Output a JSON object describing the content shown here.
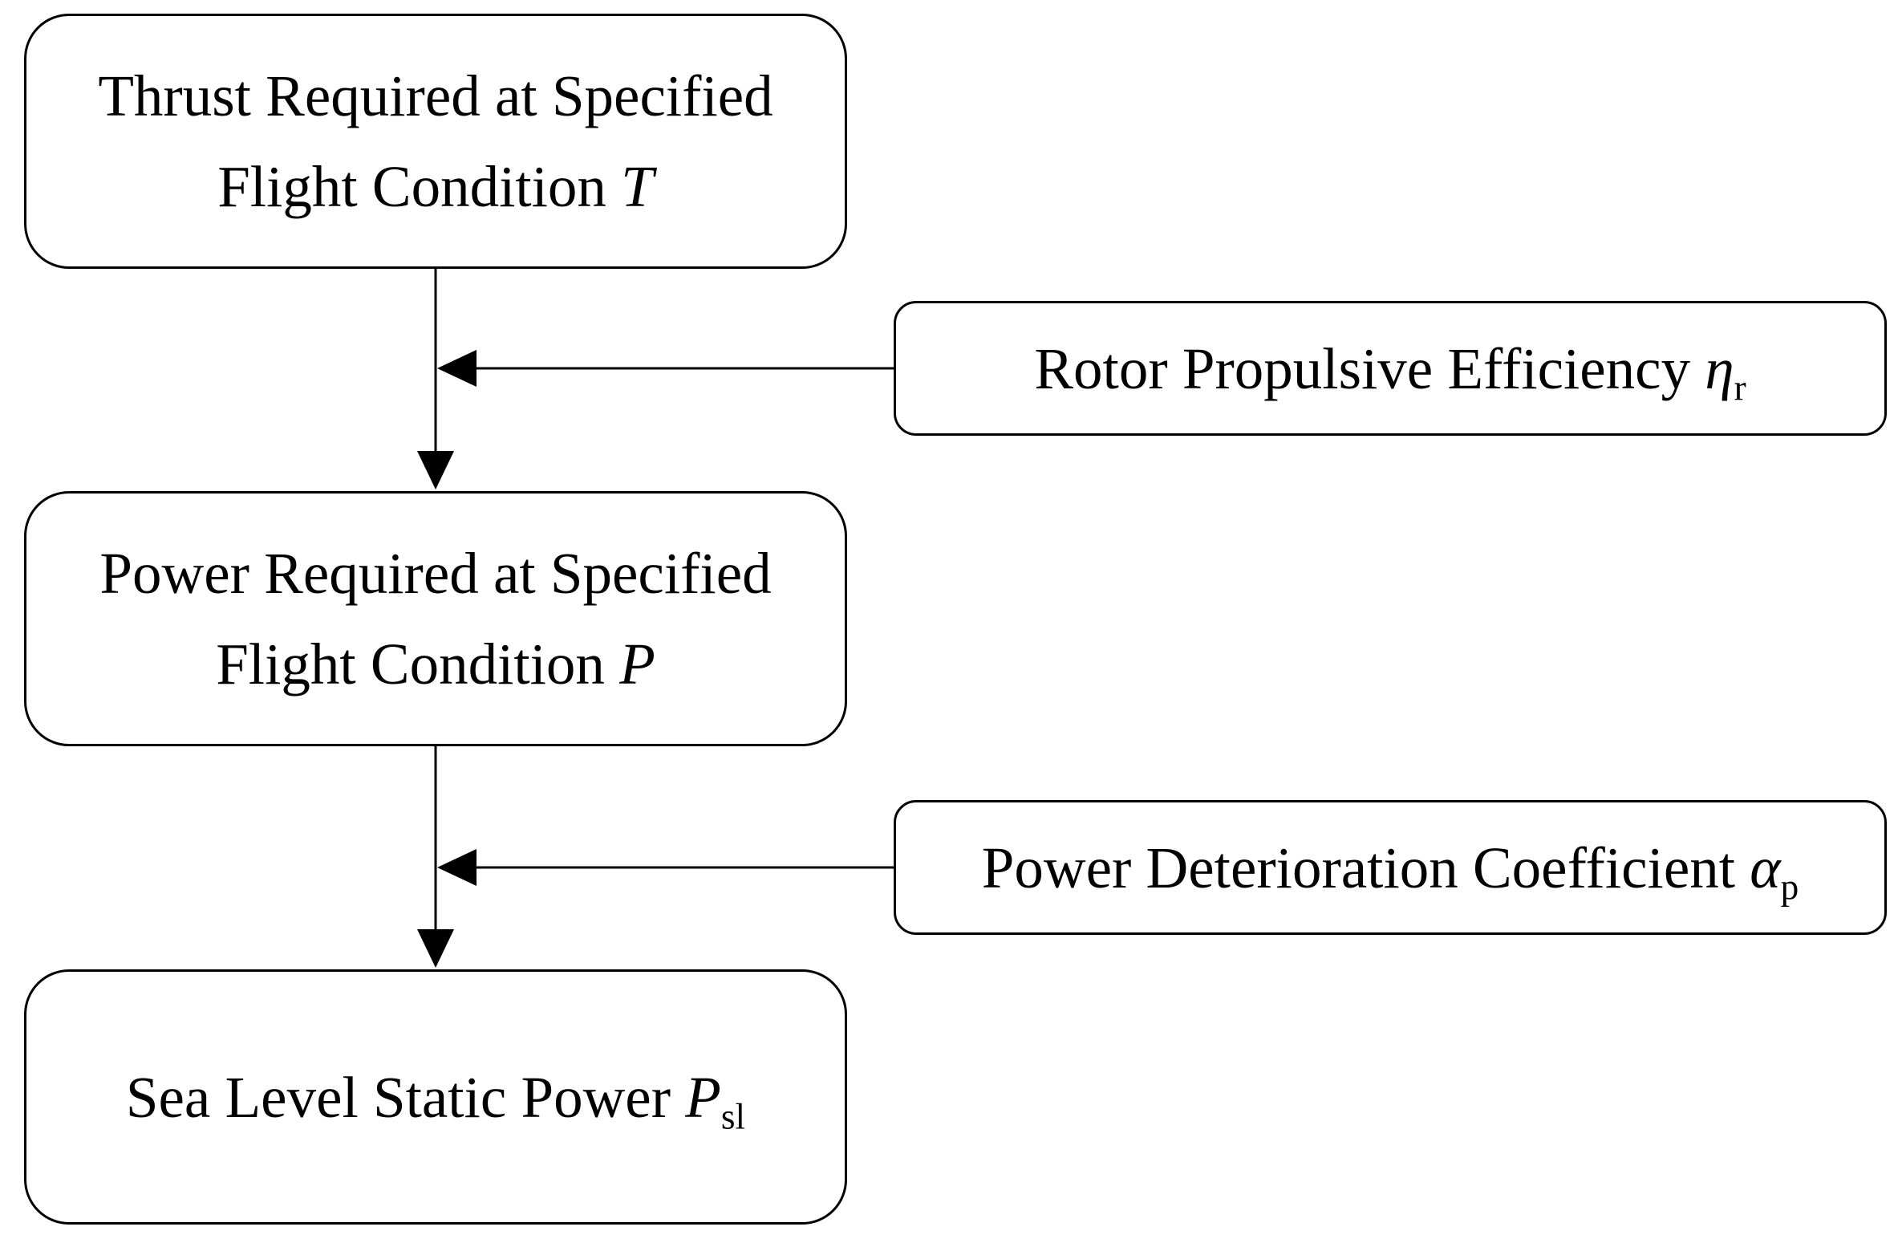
{
  "diagram": {
    "boxes": {
      "thrust": {
        "line1": "Thrust Required at Specified",
        "line2": "Flight Condition",
        "symbol": "T"
      },
      "power": {
        "line1": "Power Required at Specified",
        "line2": "Flight Condition",
        "symbol": "P"
      },
      "sea_level": {
        "text": "Sea Level Static Power",
        "symbol": "P",
        "subscript": "sl"
      },
      "rotor": {
        "text": "Rotor Propulsive Efficiency",
        "symbol": "η",
        "subscript": "r"
      },
      "deterioration": {
        "text": "Power Deterioration Coefficient",
        "symbol": "α",
        "subscript": "p"
      }
    },
    "connections": [
      {
        "from": "thrust",
        "to": "power"
      },
      {
        "from": "rotor",
        "to": "thrust-power-link"
      },
      {
        "from": "power",
        "to": "sea_level"
      },
      {
        "from": "deterioration",
        "to": "power-sea_level-link"
      }
    ],
    "colors": {
      "line": "#000000",
      "background": "#ffffff"
    }
  }
}
